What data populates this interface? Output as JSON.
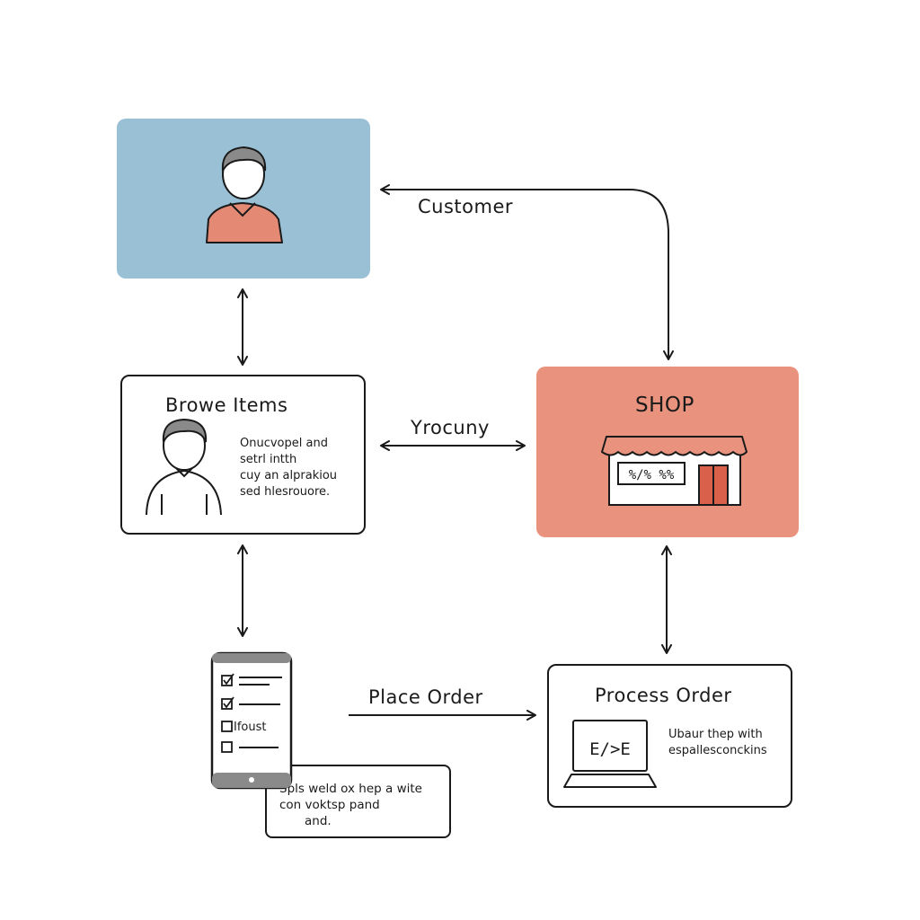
{
  "nodes": {
    "customer": {
      "fill": "#9ac0d6"
    },
    "browse": {
      "title": "Browe Items",
      "body": [
        "Onucvopel and",
        "setrl intth",
        "cuy an alprakiou",
        "sed hlesrouore."
      ]
    },
    "shop": {
      "title": "SHOP",
      "sign_text": "%/% %%",
      "fill": "#e9937e"
    },
    "phone": {
      "items": [
        "",
        "",
        "Ifoust",
        ""
      ]
    },
    "note": {
      "lines": [
        "Spls weld ox hep a wite",
        "con voktsp pand",
        "and."
      ]
    },
    "process": {
      "title": "Process Order",
      "body": [
        "Ubaur thep with",
        "espallesconckins"
      ],
      "screen_text": "E/>E"
    }
  },
  "edges": {
    "customer_label": "Customer",
    "middle_label": "Yrocuny",
    "place_order_label": "Place Order"
  },
  "colors": {
    "line": "#1a1a1a",
    "person_shirt": "#e48a74",
    "hair": "#8a8a8a",
    "shop_door": "#d9604a"
  }
}
